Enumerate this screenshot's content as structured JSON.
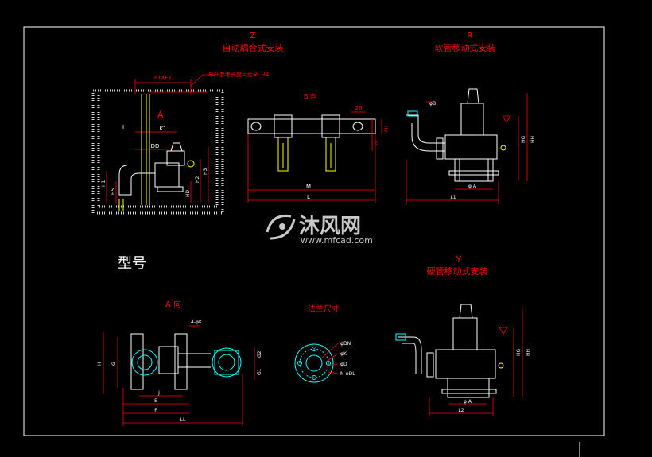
{
  "colors": {
    "background": "#000000",
    "frame": "#ffffff",
    "dimension": "#ff0000",
    "part": "#ffffff",
    "pipe": "#ffff00",
    "flange": "#00ffff",
    "watermark": "#c8c8c8"
  },
  "views": {
    "z": {
      "letter": "Z",
      "title": "自动耦合式安装"
    },
    "r": {
      "letter": "R",
      "title": "软管移动式安装"
    },
    "y": {
      "letter": "Y",
      "title": "硬管移动式安装"
    },
    "b": {
      "title": "B 向"
    },
    "a": {
      "title": "A 向"
    },
    "flange": {
      "title": "法兰尺寸"
    },
    "model": {
      "title": "型号"
    }
  },
  "labels": {
    "z_top": "E1XF1",
    "z_note": "导杆参考长度=池深- H4",
    "z_a": "A",
    "z_k1": "K1",
    "z_dd": "DD",
    "z_i": "I",
    "z_h1": "H1",
    "z_h5": "H5",
    "z_h2": "H2",
    "z_h3": "H3",
    "z_hd": "HD",
    "b_m1": "M1",
    "b_26": "26",
    "b_18": "18",
    "b_m": "M",
    "b_l": "L",
    "r_phib": "φB",
    "r_hh": "HH",
    "r_hg": "HG",
    "r_phia": "φ A",
    "r_l1": "L1",
    "y_hh": "HH",
    "y_hg": "HG",
    "y_phia": "φ A",
    "y_l2": "L2",
    "a_4k": "4-φK",
    "a_h": "H",
    "a_g": "G",
    "a_g2": "G2",
    "a_g1": "G1",
    "a_j": "J",
    "a_e": "E",
    "a_f": "F",
    "a_ll": "LL",
    "fl_dn": "φDN",
    "fl_k": "φK",
    "fl_d": "φD",
    "fl_ndl": "N-φDL"
  },
  "watermark": {
    "brand": "沐风网",
    "url": "www.mfcad.com"
  }
}
